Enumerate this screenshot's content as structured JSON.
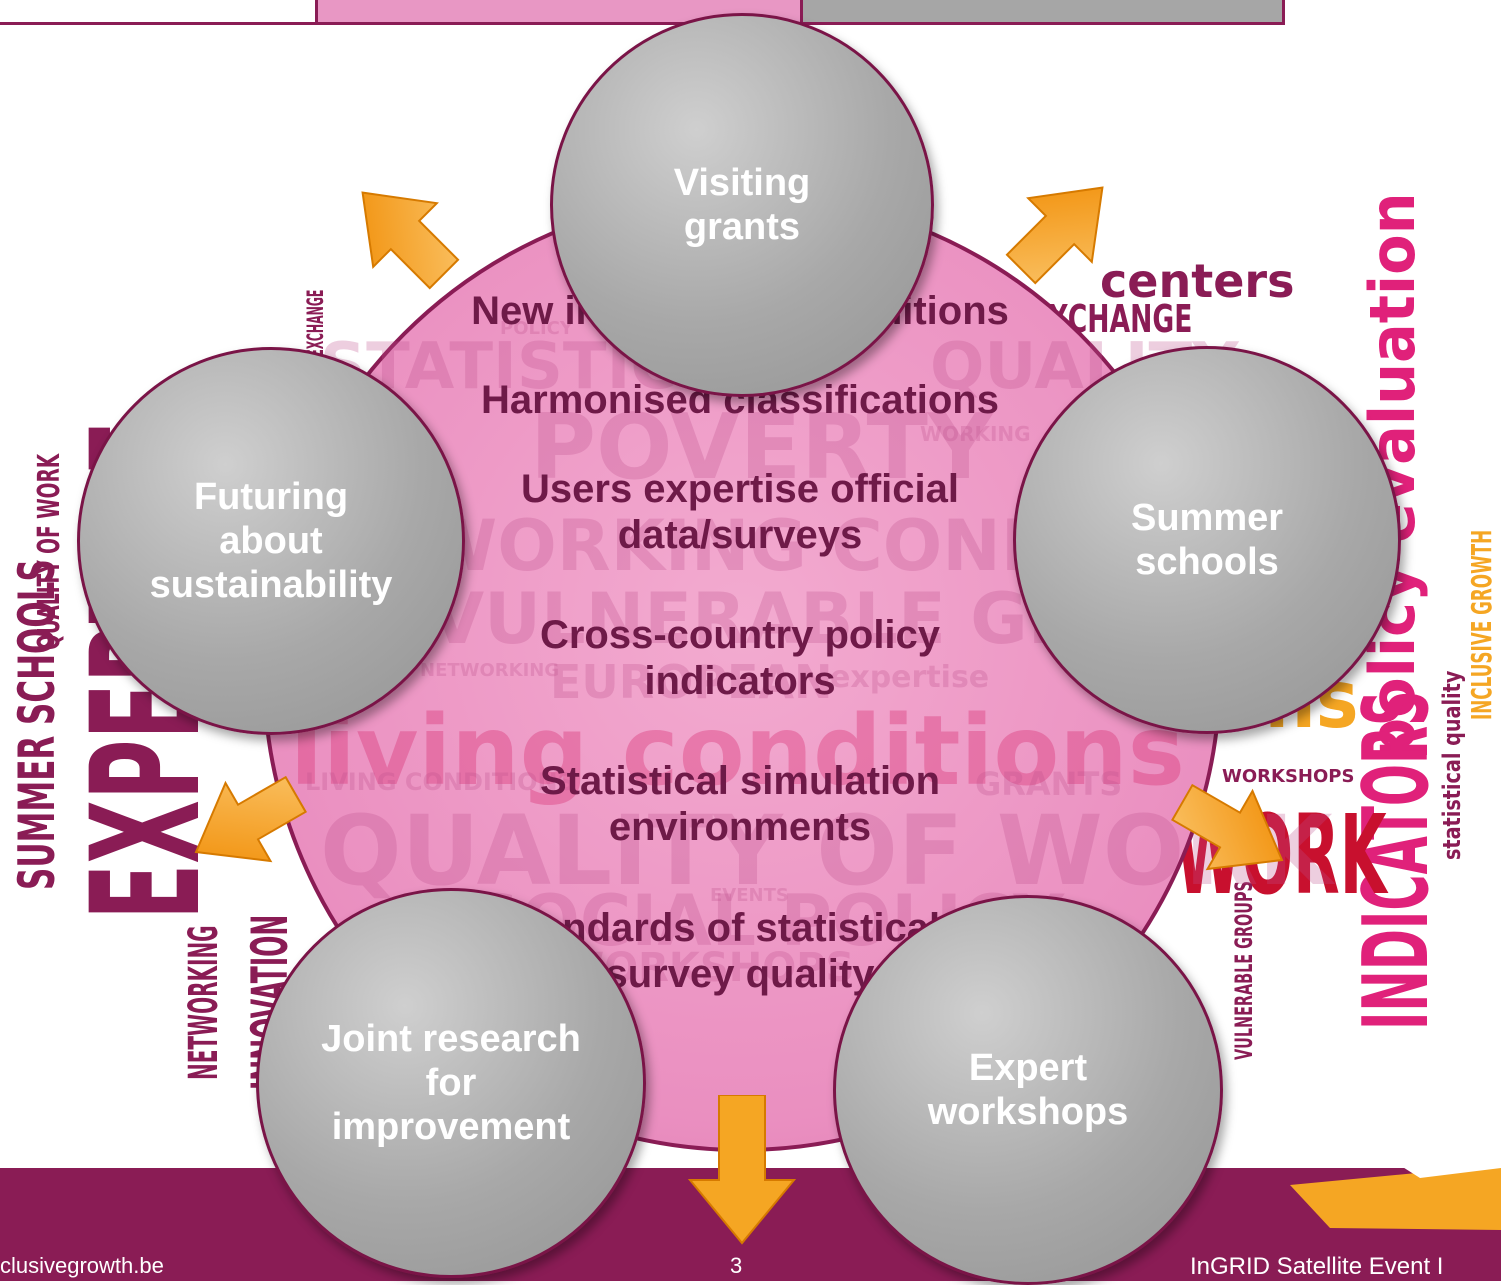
{
  "colors": {
    "accent": "#8a1c55",
    "pink": "#e897c4",
    "grey": "#a6a6a6",
    "arrow": "#f5a623"
  },
  "center_items": [
    "New indicators & definitions",
    "Harmonised classifications",
    "Users expertise official data/surveys",
    "Cross-country policy indicators",
    "Statistical simulation environments",
    "Standards of statistical & survey quality"
  ],
  "nodes": {
    "top": "Visiting grants",
    "right": "Summer schools",
    "bottom_right": "Expert workshops",
    "bottom_left": "Joint research for improvement",
    "left": "Futuring about sustainability"
  },
  "word_cloud": {
    "summer_schools": "SUMMER SCHOOLS",
    "quality_of_work_left": "QUALITY OF WORK",
    "expertise_big": "EXPERTISE",
    "networking": "NETWORKING",
    "innovation": "INNOVATION",
    "knowledge_exchange_v": "KNOWLEDGE EXCHANGE",
    "centers": "centers",
    "exchange": "EXCHANGE",
    "policy_evaluation": "policy evaluation",
    "inclusive_growth": "INCLUSIVE GROWTH",
    "statistical_quality": "statistical quality",
    "indicators": "INDICATORS",
    "workshops": "WORKSHOPS",
    "work": "WORK",
    "vulnerable_groups": "VULNERABLE GROUPS",
    "ons": "ons"
  },
  "ghost_words": {
    "statistics": "STATISTICS",
    "quality": "QUALITY",
    "poverty": "POVERTY",
    "working_conditions": "WORKING CONDITIONS",
    "vulnerable_groups": "VULNERABLE GROUPS",
    "european": "EUROPEAN",
    "expertise": "expertise",
    "living_conditions": "living conditions",
    "living_conditions_small": "LIVING CONDITIONS",
    "grants": "GRANTS",
    "quality_of_work": "QUALITY OF WORK",
    "social_policy": "SOCIAL POLICY",
    "workshops": "WORKSHOPS",
    "policy": "POLICY",
    "working": "WORKING",
    "networking": "NETWORKING",
    "events": "EVENTS"
  },
  "footer": {
    "website": "clusivegrowth.be",
    "page_number": "3",
    "event": "InGRID Satellite Event I"
  }
}
